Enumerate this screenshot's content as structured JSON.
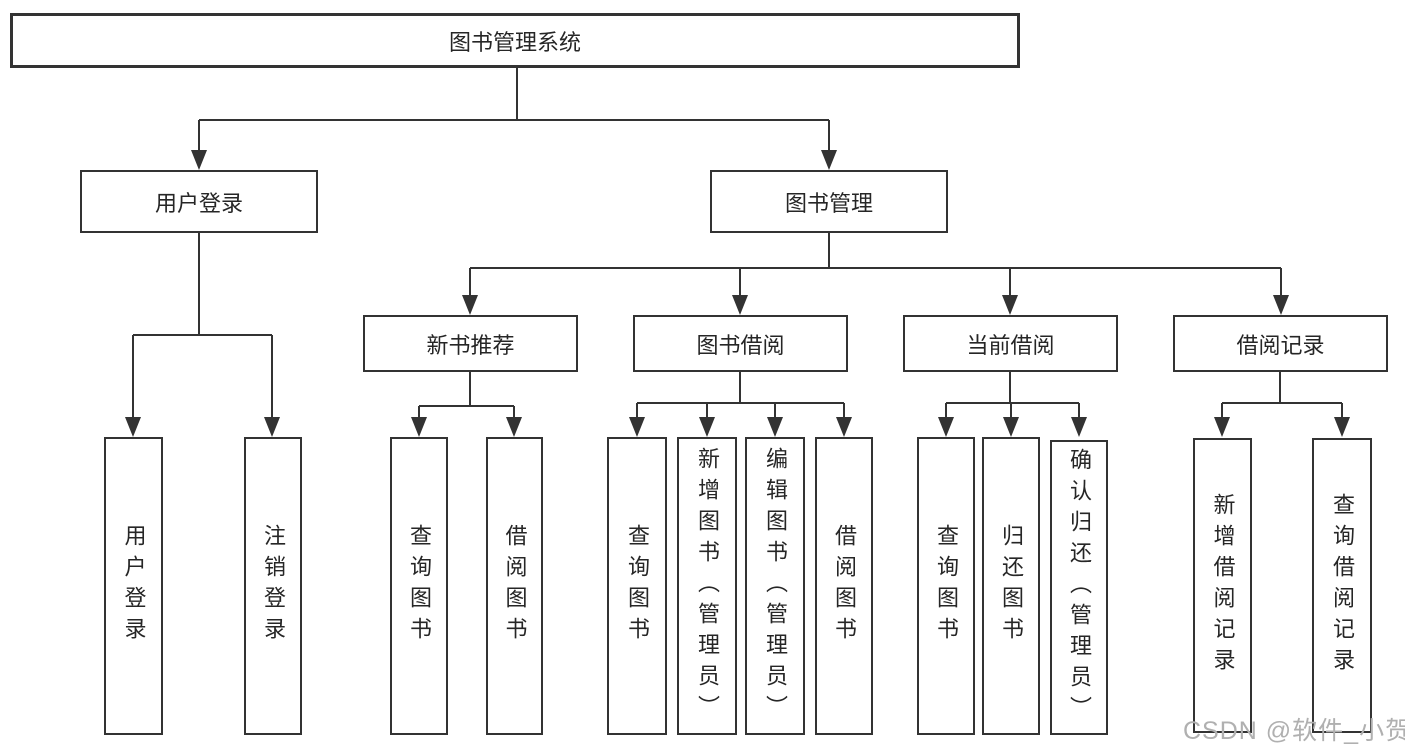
{
  "tree": {
    "root": {
      "label": "图书管理系统",
      "children": [
        {
          "label": "用户登录",
          "children": [
            {
              "label": "用户登录"
            },
            {
              "label": "注销登录"
            }
          ]
        },
        {
          "label": "图书管理",
          "children": [
            {
              "label": "新书推荐",
              "children": [
                {
                  "label": "查询图书"
                },
                {
                  "label": "借阅图书"
                }
              ]
            },
            {
              "label": "图书借阅",
              "children": [
                {
                  "label": "查询图书"
                },
                {
                  "label": "新增图书（管理员）"
                },
                {
                  "label": "编辑图书（管理员）"
                },
                {
                  "label": "借阅图书"
                }
              ]
            },
            {
              "label": "当前借阅",
              "children": [
                {
                  "label": "查询图书"
                },
                {
                  "label": "归还图书"
                },
                {
                  "label": "确认归还（管理员）"
                }
              ]
            },
            {
              "label": "借阅记录",
              "children": [
                {
                  "label": "新增借阅记录"
                },
                {
                  "label": "查询借阅记录"
                }
              ]
            }
          ]
        }
      ]
    }
  },
  "watermark": "CSDN @软件_小贺同学",
  "colors": {
    "line": "#333333",
    "text": "#262626",
    "watermark": "#b0b0b0",
    "background": "#ffffff"
  }
}
